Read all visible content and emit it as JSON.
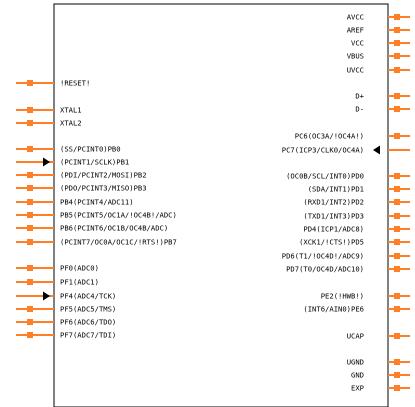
{
  "symbol": {
    "body_fill": "#ffffff",
    "outline_color": "#000000",
    "pin_color": "#ff7f27",
    "arrow_color": "#000000",
    "pin_marker": "square-pin-end",
    "pins_left": [
      {
        "label": "!RESET!",
        "type": "pin"
      },
      {
        "label": "XTAL1",
        "type": "pin"
      },
      {
        "label": "XTAL2",
        "type": "pin"
      },
      {
        "label": "(SS/PCINT0)PB0",
        "type": "pin"
      },
      {
        "label": "(PCINT1/SCLK)PB1",
        "type": "input"
      },
      {
        "label": "(PDI/PCINT2/MOSI)PB2",
        "type": "pin"
      },
      {
        "label": "(PDO/PCINT3/MISO)PB3",
        "type": "pin"
      },
      {
        "label": "PB4(PCINT4/ADC11)",
        "type": "pin"
      },
      {
        "label": "PB5(PCINT5/OC1A/!OC4B!/ADC)",
        "type": "pin"
      },
      {
        "label": "PB6(PCINT6/OC1B/OC4B/ADC)",
        "type": "pin"
      },
      {
        "label": "(PCINT7/OC0A/OC1C/!RTS!)PB7",
        "type": "pin"
      },
      {
        "label": "PF0(ADC0)",
        "type": "pin"
      },
      {
        "label": "PF1(ADC1)",
        "type": "pin"
      },
      {
        "label": "PF4(ADC4/TCK)",
        "type": "input"
      },
      {
        "label": "PF5(ADC5/TMS)",
        "type": "pin"
      },
      {
        "label": "PF6(ADC6/TDO)",
        "type": "pin"
      },
      {
        "label": "PF7(ADC7/TDI)",
        "type": "pin"
      }
    ],
    "pins_right": [
      {
        "label": "AVCC",
        "type": "pin"
      },
      {
        "label": "AREF",
        "type": "pin"
      },
      {
        "label": "VCC",
        "type": "pin"
      },
      {
        "label": "VBUS",
        "type": "pin"
      },
      {
        "label": "UVCC",
        "type": "pin"
      },
      {
        "label": "D+",
        "type": "pin"
      },
      {
        "label": "D-",
        "type": "pin"
      },
      {
        "label": "PC6(OC3A/!OC4A!)",
        "type": "pin"
      },
      {
        "label": "PC7(ICP3/CLK0/OC4A)",
        "type": "input"
      },
      {
        "label": "(OC0B/SCL/INT0)PD0",
        "type": "pin"
      },
      {
        "label": "(SDA/INT1)PD1",
        "type": "pin"
      },
      {
        "label": "(RXD1/INT2)PD2",
        "type": "pin"
      },
      {
        "label": "(TXD1/INT3)PD3",
        "type": "pin"
      },
      {
        "label": "PD4(ICP1/ADC8)",
        "type": "pin"
      },
      {
        "label": "(XCK1/!CTS!)PD5",
        "type": "pin"
      },
      {
        "label": "PD6(T1/!OC4D!/ADC9)",
        "type": "pin"
      },
      {
        "label": "PD7(T0/OC4D/ADC10)",
        "type": "pin"
      },
      {
        "label": "PE2(!HWB!)",
        "type": "pin"
      },
      {
        "label": "(INT6/AIN0)PE6",
        "type": "pin"
      },
      {
        "label": "UCAP",
        "type": "pin"
      },
      {
        "label": "UGND",
        "type": "pin"
      },
      {
        "label": "GND",
        "type": "pin"
      },
      {
        "label": "EXP",
        "type": "pin"
      }
    ]
  }
}
